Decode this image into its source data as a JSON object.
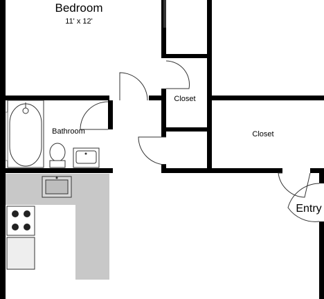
{
  "rooms": {
    "bedroom": {
      "name": "Bedroom",
      "dimensions": "11' x 12'"
    },
    "closet_upper": {
      "name": "Closet"
    },
    "closet_right": {
      "name": "Closet"
    },
    "bathroom": {
      "name": "Bathroom"
    },
    "entry": {
      "name": "Entry"
    }
  },
  "colors": {
    "wall": "#000000",
    "counter": "#c8c8c8",
    "fixture_fill": "#ffffff",
    "outline": "#333333"
  }
}
